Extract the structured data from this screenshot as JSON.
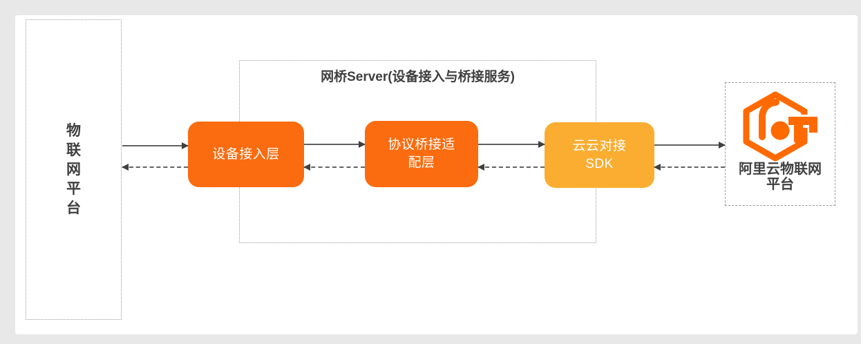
{
  "colors": {
    "canvas": "#E8E8E8",
    "panel": "#FFFFFF",
    "border_dot": "#999999",
    "orange": "#FA6C0F",
    "yellow": "#FBAD31",
    "logo_orange": "#FF6A00",
    "arrow_line": "#606060",
    "arrow_head": "#404040",
    "text_dark": "#3F3F3F",
    "text_white": "#FFFFFF"
  },
  "diagram": {
    "left_platform": {
      "label": "物联网平台"
    },
    "bridge_server": {
      "title": "网桥Server(设备接入与桥接服务)",
      "nodes": [
        {
          "label": "设备接入层"
        },
        {
          "label": "协议桥接适配层"
        },
        {
          "label": "云云对接 SDK"
        }
      ]
    },
    "aliyun_platform": {
      "label": "阿里云物联网平台",
      "logo": "aliyun-iot-hexagon-logo"
    },
    "flows": [
      {
        "from": "物联网平台",
        "to": "设备接入层",
        "forward": "solid-arrow-right",
        "back": "dashed-arrow-left"
      },
      {
        "from": "设备接入层",
        "to": "协议桥接适配层",
        "forward": "solid-arrow-right",
        "back": "dashed-arrow-left"
      },
      {
        "from": "协议桥接适配层",
        "to": "云云对接 SDK",
        "forward": "solid-arrow-right",
        "back": "dashed-arrow-left"
      },
      {
        "from": "云云对接 SDK",
        "to": "阿里云物联网平台",
        "forward": "solid-arrow-right",
        "back": "dashed-arrow-left"
      }
    ]
  }
}
